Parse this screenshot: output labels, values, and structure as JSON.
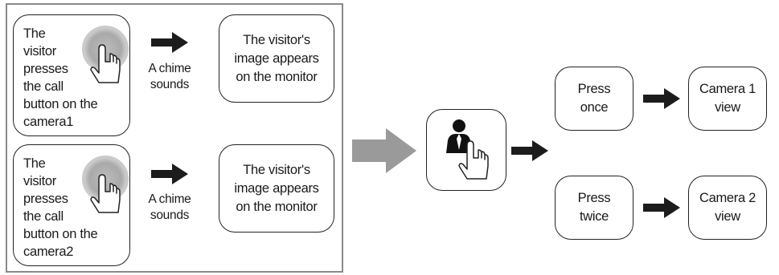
{
  "row1": {
    "visitor_text": "The\nvisitor\npresses\nthe call\nbutton on the\ncamera1",
    "arrow_label": "A chime\nsounds",
    "result_text": "The visitor's\nimage appears\non the monitor"
  },
  "row2": {
    "visitor_text": "The\nvisitor\npresses\nthe call\nbutton on the\ncamera2",
    "arrow_label": "A chime\nsounds",
    "result_text": "The visitor's\nimage appears\non the monitor"
  },
  "options": {
    "once": {
      "press": "Press\nonce",
      "view": "Camera 1\nview"
    },
    "twice": {
      "press": "Press\ntwice",
      "view": "Camera 2\nview"
    }
  },
  "colors": {
    "arrow_dark": "#1c1c1c",
    "arrow_grey": "#9a9a9a",
    "border": "#222222",
    "panel_border": "#8a8a8a"
  },
  "icons": [
    "finger-press-icon",
    "monitor-button-icon"
  ]
}
